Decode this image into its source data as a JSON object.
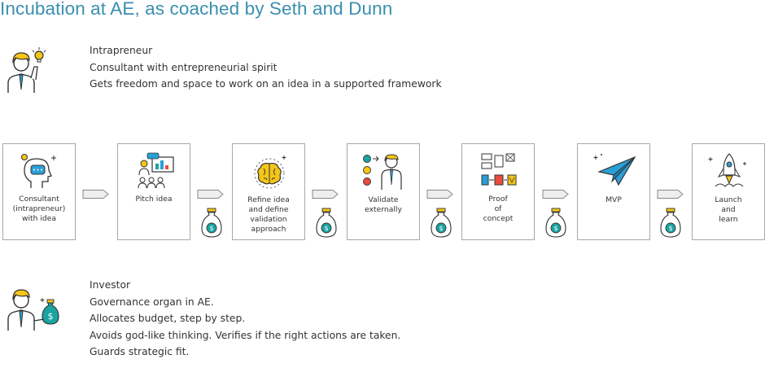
{
  "title": "Incubation at AE, as coached by Seth and Dunn",
  "intrapreneur": {
    "role": "Intrapreneur",
    "lines": [
      "Consultant with entrepreneurial spirit",
      "Gets freedom and space to work on an idea in a supported framework"
    ]
  },
  "steps": [
    {
      "label": "Consultant\n(intrapreneur)\nwith idea",
      "icon": "head-lightbulb-icon"
    },
    {
      "label": "Pitch idea",
      "icon": "presentation-audience-icon"
    },
    {
      "label": "Refine idea\nand define\nvalidation\napproach",
      "icon": "brain-icon"
    },
    {
      "label": "Validate\nexternally",
      "icon": "feedback-smileys-icon"
    },
    {
      "label": "Proof\nof\nconcept",
      "icon": "flowchart-icon"
    },
    {
      "label": "MVP",
      "icon": "paper-plane-icon"
    },
    {
      "label": "Launch\nand\nlearn",
      "icon": "rocket-icon"
    }
  ],
  "investor": {
    "role": "Investor",
    "lines": [
      "Governance organ in AE.",
      "Allocates budget, step by step.",
      "Avoids god-like thinking. Verifies if the right actions are taken.",
      "Guards strategic fit."
    ]
  },
  "colors": {
    "title": "#3a8fb0",
    "yellow": "#f5c518",
    "teal": "#1ba3a3",
    "blue": "#2a9fd6",
    "outline": "#333333",
    "box_border": "#a8a8a8"
  }
}
